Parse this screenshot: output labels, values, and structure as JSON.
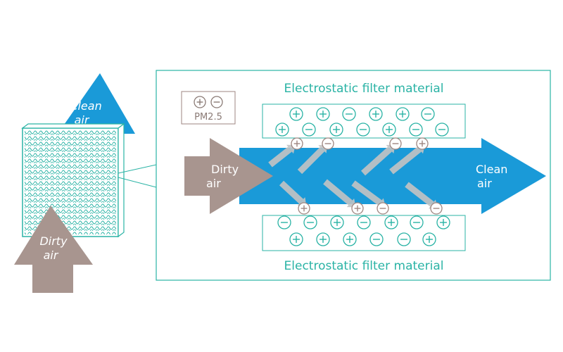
{
  "labels": {
    "outer_clean_air": [
      "Clean",
      "air"
    ],
    "outer_dirty_air": [
      "Dirty",
      "air"
    ],
    "pm_legend": "PM2.5",
    "top_material": "Electrostatic filter material",
    "bottom_material": "Electrostatic filter material",
    "inner_dirty_air": [
      "Dirty",
      "air"
    ],
    "inner_clean_air": [
      "Clean",
      "air"
    ]
  },
  "charges": {
    "top_row_1": [
      "+",
      "+",
      "-",
      "+",
      "+",
      "-"
    ],
    "top_row_2": [
      "+",
      "-",
      "+",
      "-",
      "+",
      "-",
      "-"
    ],
    "bottom_row_1": [
      "-",
      "-",
      "+",
      "-",
      "+",
      "-",
      "+"
    ],
    "bottom_row_2": [
      "+",
      "+",
      "+",
      "-",
      "-",
      "+"
    ],
    "particles_top": [
      "+",
      "-",
      "-",
      "+"
    ],
    "particles_bottom": [
      "+",
      "+",
      "-",
      "-"
    ]
  },
  "colors": {
    "teal": "#2ab3a5",
    "blue": "#1a9ad8",
    "taupe": "#a8958f",
    "arrow_gray": "#c4c4c4",
    "particle_border": "#9e8680"
  }
}
